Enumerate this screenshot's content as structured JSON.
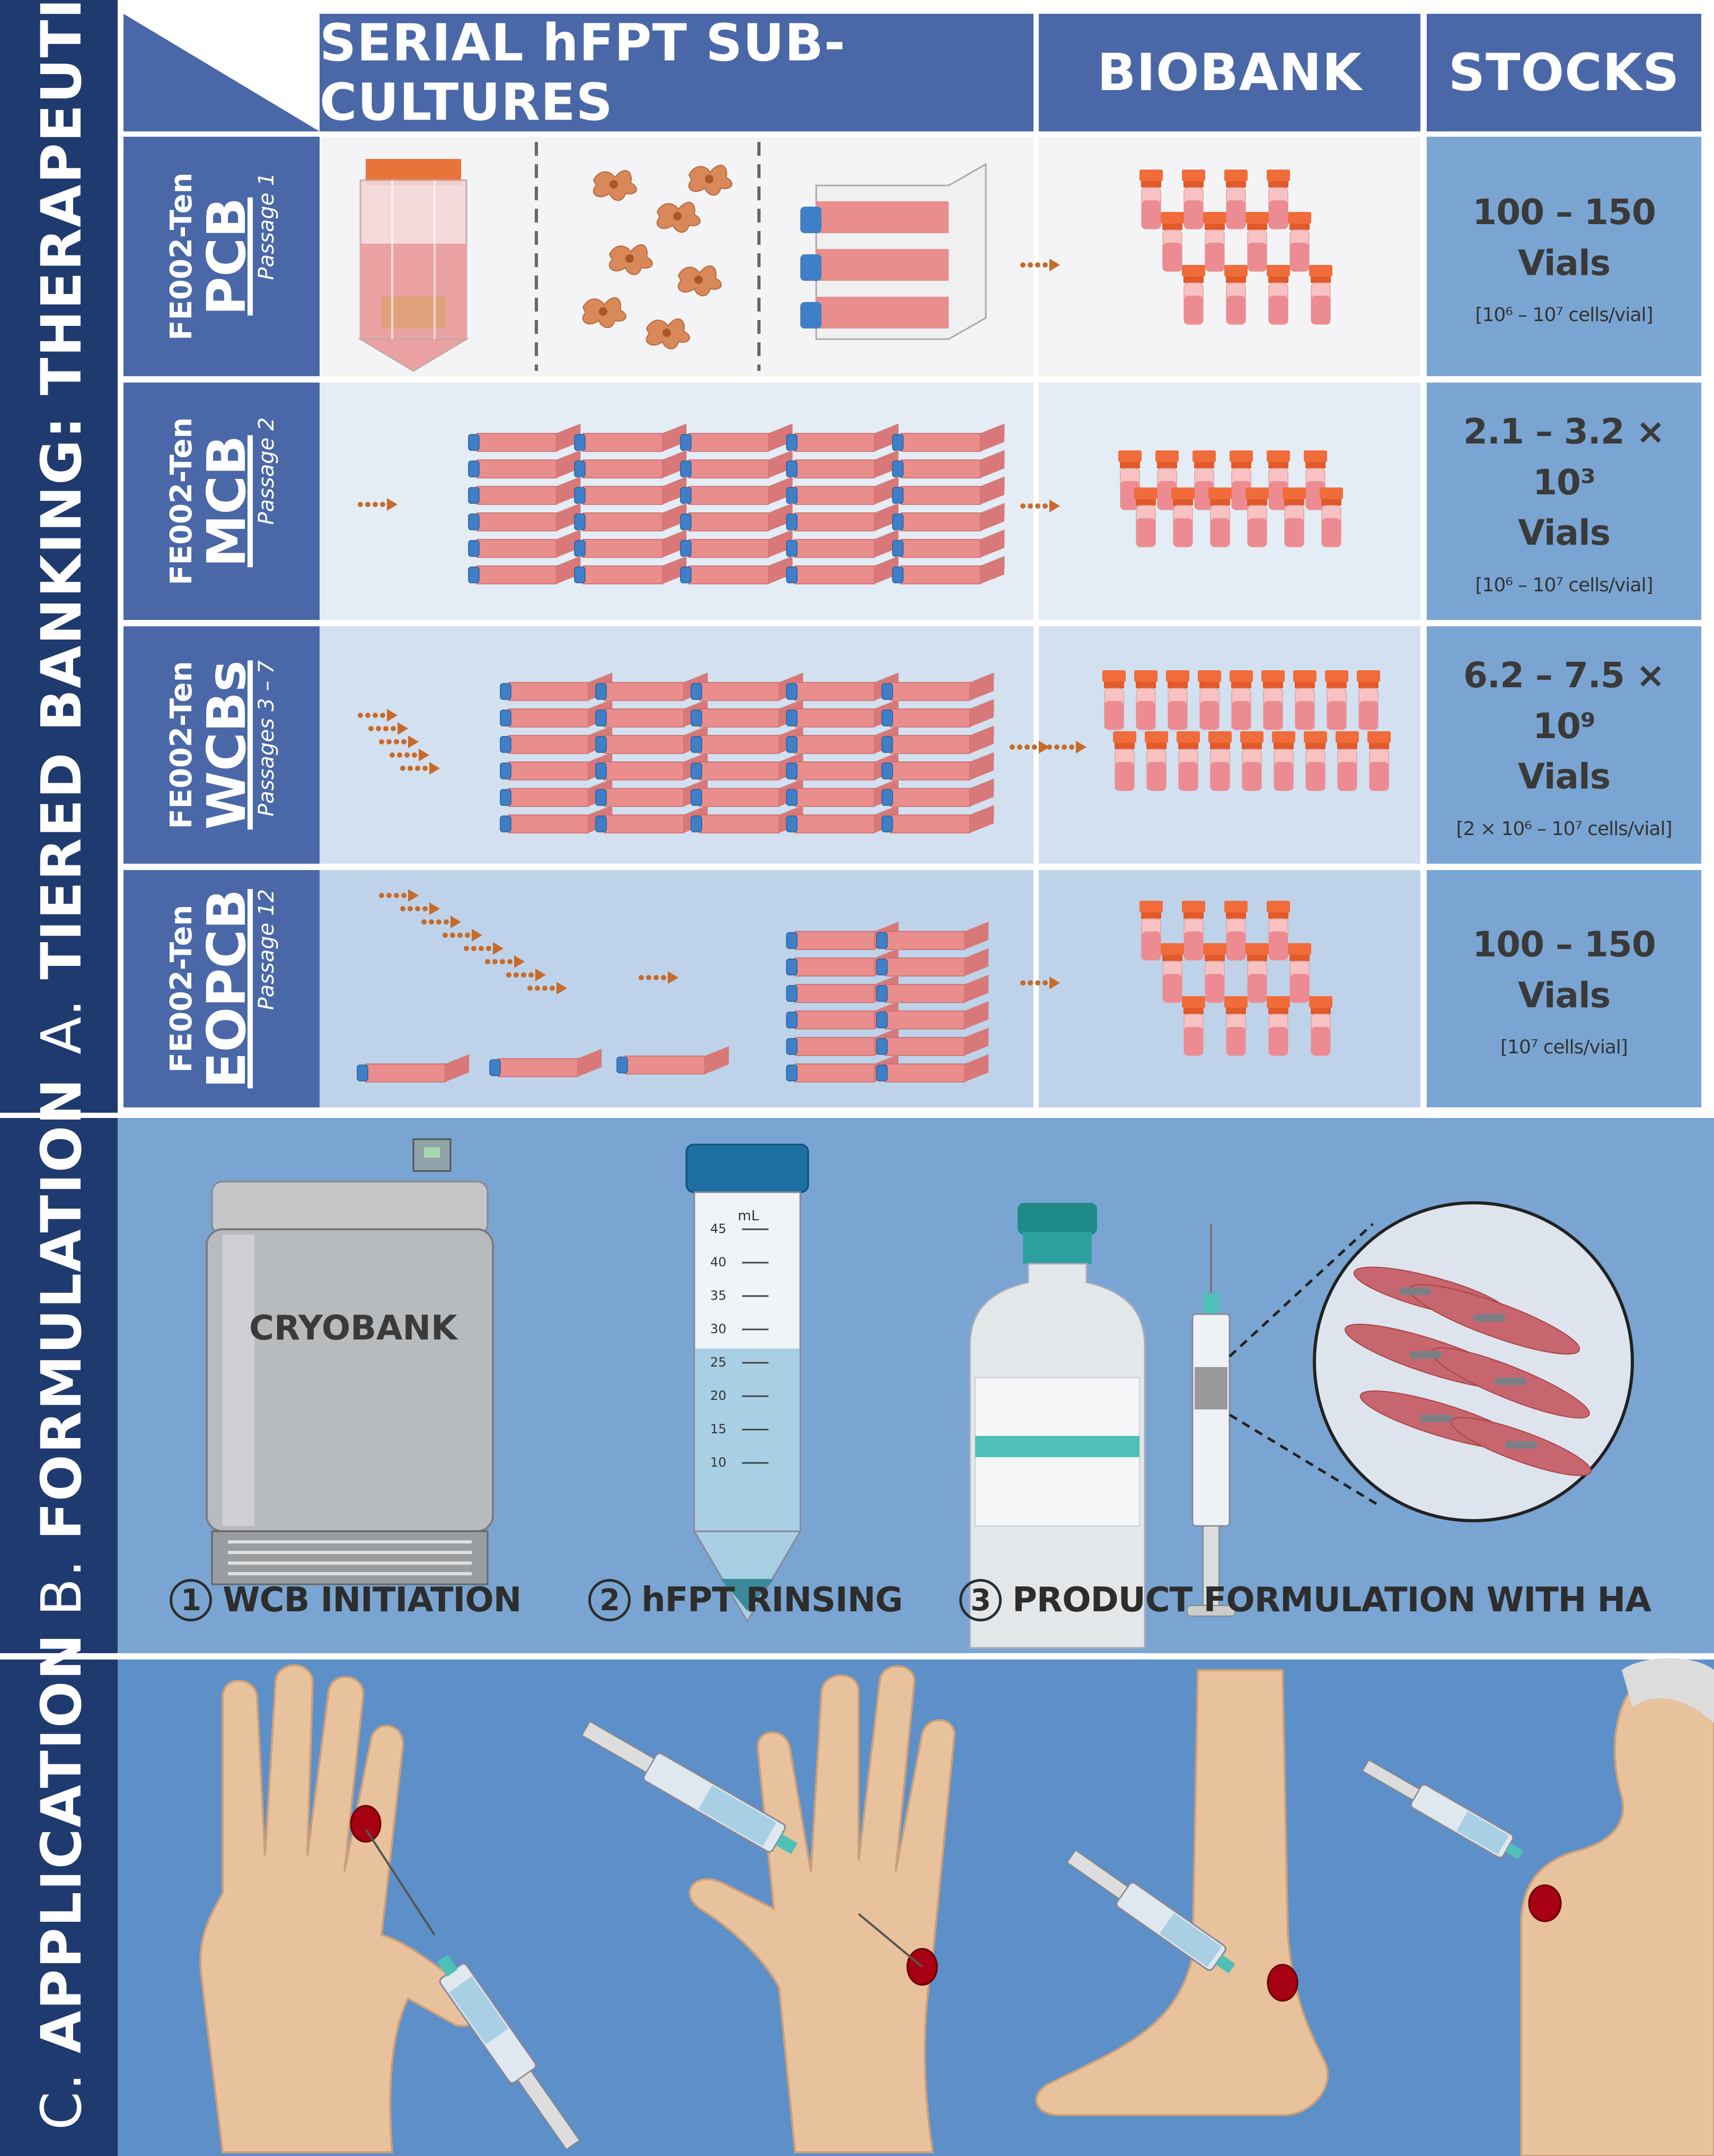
{
  "section_a": {
    "label_letter": "A.",
    "label_text": "TIERED BANKING: THERAPEUTIC hFPTs",
    "headers": {
      "subcultures": "SERIAL hFPT SUB-CULTURES",
      "biobank": "BIOBANK",
      "stocks": "STOCKS"
    },
    "rows": [
      {
        "prefix": "FE002-Ten",
        "code": "PCB",
        "passage": "Passage 1",
        "stock_line1": "100 – 150 Vials",
        "stock_line2": "",
        "stock_note": "[10⁶ – 10⁷ cells/vial]"
      },
      {
        "prefix": "FE002-Ten",
        "code": "MCB",
        "passage": "Passage 2",
        "stock_line1": "2.1 – 3.2 × 10³",
        "stock_line2": "Vials",
        "stock_note": "[10⁶ – 10⁷ cells/vial]"
      },
      {
        "prefix": "FE002-Ten",
        "code": "WCBs",
        "passage": "Passages 3 – 7",
        "stock_line1": "6.2 – 7.5 × 10⁹",
        "stock_line2": "Vials",
        "stock_note": "[2 × 10⁶ – 10⁷ cells/vial]"
      },
      {
        "prefix": "FE002-Ten",
        "code": "EOPCB",
        "passage": "Passage 12",
        "stock_line1": "100 – 150",
        "stock_line2": "Vials",
        "stock_note": "[10⁷ cells/vial]"
      }
    ]
  },
  "section_b": {
    "label_letter": "B.",
    "label_text": "FORMULATION",
    "cryobank_label": "CRYOBANK",
    "tube_unit": "mL",
    "tube_ticks": [
      "45",
      "40",
      "35",
      "30",
      "25",
      "20",
      "15",
      "10"
    ],
    "steps": [
      {
        "num": "1",
        "label": "WCB INITIATION"
      },
      {
        "num": "2",
        "label": "hFPT RINSING"
      },
      {
        "num": "3",
        "label": "PRODUCT FORMULATION WITH HA"
      }
    ]
  },
  "section_c": {
    "label_letter": "C.",
    "label_text": "APPLICATION"
  },
  "colors": {
    "header_blue": "#4a68a8",
    "dark_navy": "#1f3a6e",
    "panel_blue": "#7aa5d2",
    "arrow_orange": "#c86a2a",
    "flask_pink": "#e88a8a",
    "cap_blue": "#3f7fc8",
    "vial_orange": "#f07040"
  }
}
